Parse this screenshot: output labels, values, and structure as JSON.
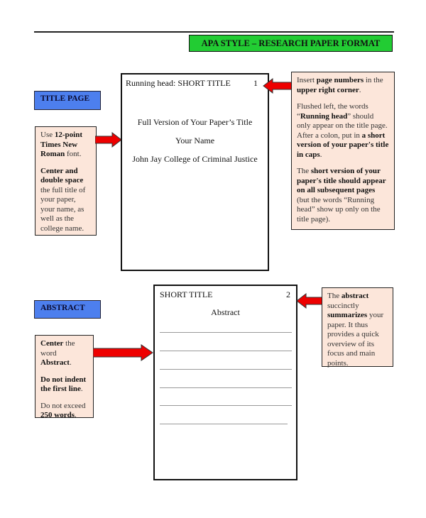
{
  "banner": "APA STYLE – RESEARCH PAPER FORMAT",
  "title_section": {
    "label": "TITLE PAGE",
    "page": {
      "running_head": "Running head: SHORT TITLE",
      "page_number": "1",
      "title": "Full Version of Your Paper’s Title",
      "name": "Your Name",
      "college": "John Jay College of Criminal Justice"
    },
    "left_note": {
      "p1": [
        "Use ",
        "12-point Times New Roman",
        " font."
      ],
      "p2": [
        "Center and double space",
        " the full title of your paper, your name, as well as the college name."
      ]
    },
    "right_note": {
      "p1": [
        "Insert ",
        "page numbers",
        " in the ",
        "upper right corner",
        "."
      ],
      "p2": [
        "Flushed left, the words “",
        "Running head",
        "” should only appear on the title page. After a colon, put in ",
        "a short version of your paper's title in caps",
        "."
      ],
      "p3": [
        "The ",
        "short version of your paper's title should appear on all subsequent pages",
        " (but the words “Running head” show up only on the title page)."
      ]
    }
  },
  "abstract_section": {
    "label": "ABSTRACT",
    "page": {
      "header": "SHORT TITLE",
      "page_number": "2",
      "heading": "Abstract"
    },
    "left_note": {
      "p1": [
        "Center",
        " the word ",
        "Abstract",
        "."
      ],
      "p2": [
        "Do not indent the first line",
        "."
      ],
      "p3": [
        "Do not exceed ",
        "250 words",
        "."
      ]
    },
    "right_note": [
      "The ",
      "abstract",
      " succinctly ",
      "summarizes",
      " your paper. It thus provides a quick overview of its focus and main points."
    ]
  },
  "colors": {
    "banner": "#22cc33",
    "label": "#4d7fee",
    "note": "#fce6da",
    "arrow": "#ee0000"
  }
}
